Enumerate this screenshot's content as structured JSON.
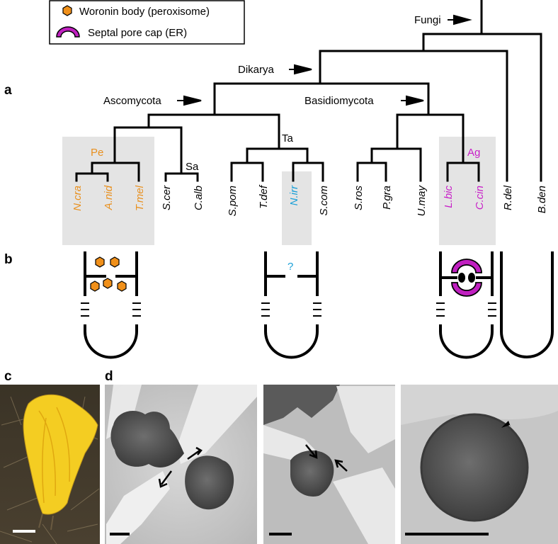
{
  "legend": {
    "woronin_label": "Woronin body (peroxisome)",
    "septal_label": "Septal pore cap (ER)"
  },
  "panels": {
    "a": "a",
    "b": "b",
    "c": "c",
    "d": "d"
  },
  "clades": {
    "fungi": "Fungi",
    "dikarya": "Dikarya",
    "ascomycota": "Ascomycota",
    "basidiomycota": "Basidiomycota",
    "pe": "Pe",
    "sa": "Sa",
    "ta": "Ta",
    "ag": "Ag"
  },
  "taxa": {
    "ncra": "N.cra",
    "anid": "A.nid",
    "tmel": "T.mel",
    "scer": "S.cer",
    "calb": "C.alb",
    "spom": "S.pom",
    "tdef": "T.def",
    "nirr": "N.irr",
    "scom": "S.com",
    "sros": "S.ros",
    "pgra": "P.gra",
    "umay": "U.may",
    "lbic": "L.bic",
    "ccin": "C.cin",
    "rdel": "R.del",
    "bden": "B.den"
  },
  "pore_unknown": "?",
  "colors": {
    "pezizomycotina": "#e8901f",
    "agaricomycetes": "#c81ec8",
    "nirr": "#1aa0d8",
    "woronin_fill": "#f0901a",
    "septal_fill": "#c020c0",
    "highlight_box": "#e4e4e4"
  },
  "icons": {
    "woronin": "hexagon-icon",
    "septal": "arc-cap-icon",
    "arrow": "arrow-right-icon"
  }
}
